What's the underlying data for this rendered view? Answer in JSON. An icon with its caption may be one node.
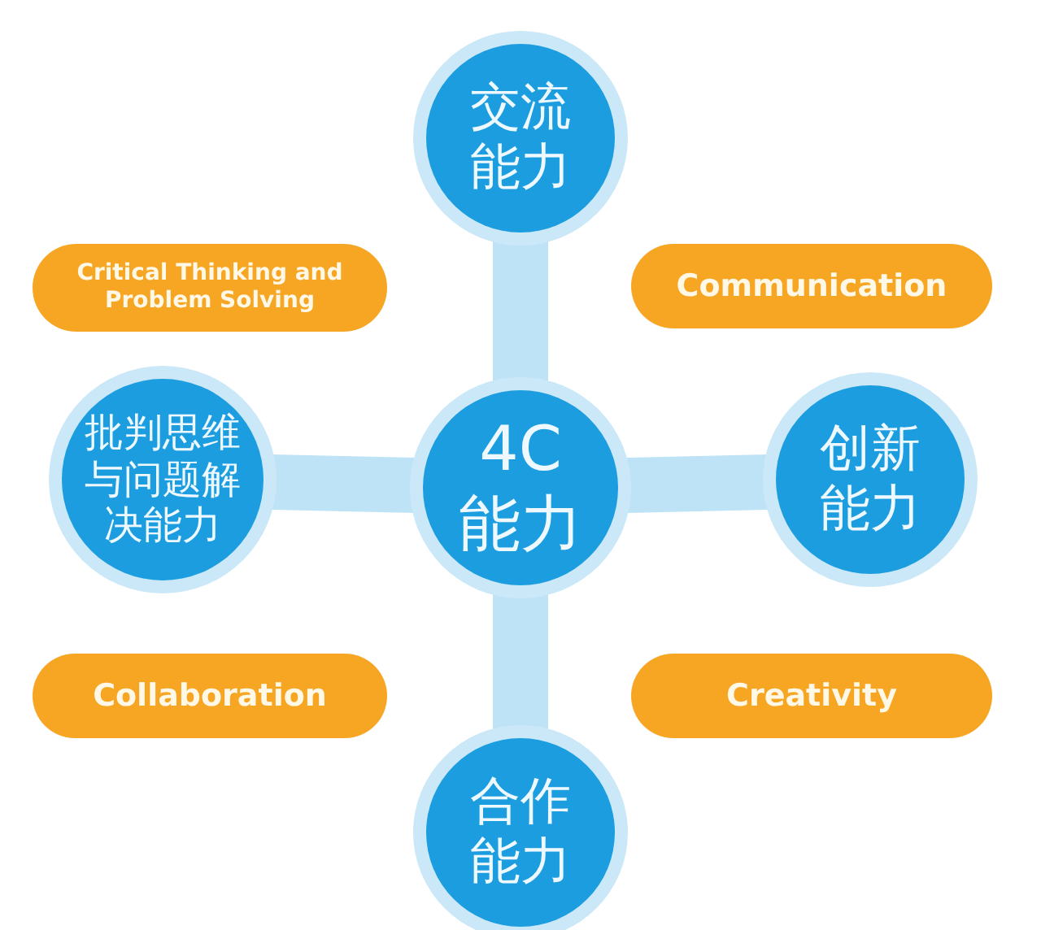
{
  "diagram": {
    "nodes": [
      {
        "text": [
          "交流能力"
        ]
      },
      {
        "text": [
          "Critical Thinking and Problem Solving"
        ]
      },
      {
        "text": [
          "Communication"
        ]
      },
      {
        "text": [
          "批判思维与问题解决能力"
        ]
      },
      {
        "text": [
          "4C能力"
        ]
      },
      {
        "text": [
          "创新能力"
        ]
      },
      {
        "text": [
          "Collaboration"
        ]
      },
      {
        "text": [
          "Creativity"
        ]
      },
      {
        "text": [
          "合作能力"
        ]
      }
    ],
    "edges": [
      {
        "from": 4,
        "to": 0,
        "arrow": "none"
      },
      {
        "from": 4,
        "to": 3,
        "arrow": "none"
      },
      {
        "from": 4,
        "to": 5,
        "arrow": "none"
      },
      {
        "from": 4,
        "to": 8,
        "arrow": "none"
      }
    ]
  }
}
